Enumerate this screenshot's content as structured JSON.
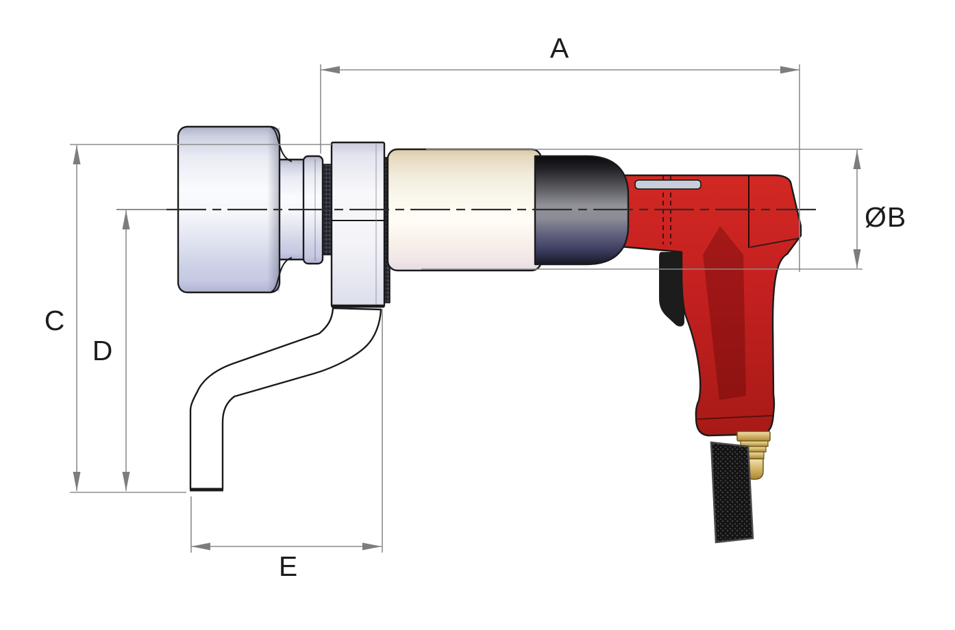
{
  "figure": {
    "type": "technical-dimension-drawing",
    "subject": "pneumatic pistol-grip torque wrench with socket and reaction arm",
    "labels": {
      "a": "A",
      "b": "ØB",
      "c": "C",
      "d": "D",
      "e": "E"
    }
  },
  "colors": {
    "background": "#ffffff",
    "dimension_line": "#8c8c8c",
    "arrow": "#7d7d7d",
    "outline": "#1a1a1a",
    "label_text": "#1c1c1c",
    "body_red": "#c42220",
    "body_red_dark": "#9a1512",
    "end_cap_dark": "#17171f",
    "cylinder_cream": "#f4ecda",
    "metal_light": "#eef0f8",
    "slot_gray": "#c9cdd9",
    "brass": "#d9bc74",
    "trigger_black": "#1c1c1c",
    "strap_black": "#141414"
  }
}
